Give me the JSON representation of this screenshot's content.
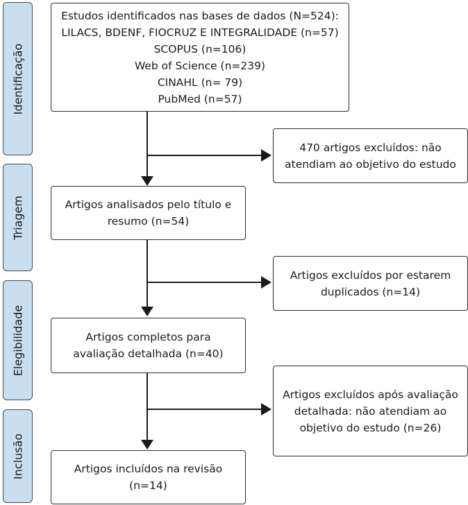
{
  "phases": {
    "identificacao": "Identificação",
    "triagem": "Triagem",
    "elegibilidade": "Elegibilidade",
    "inclusao": "Inclusão"
  },
  "boxes": {
    "identified": {
      "lines": [
        "Estudos identificados nas bases de dados (N=524):",
        "LILACS, BDENF, FIOCRUZ E INTEGRALIDADE (n=57)",
        "SCOPUS (n=106)",
        "Web of Science (n=239)",
        "CINAHL (n= 79)",
        "PubMed (n=57)"
      ]
    },
    "excluded_objective": "470 artigos excluídos: não atendiam ao objetivo do estudo",
    "screened": "Artigos analisados pelo título e resumo (n=54)",
    "excluded_duplicates": "Artigos excluídos por estarem duplicados (n=14)",
    "full_text": "Artigos completos para avaliação detalhada (n=40)",
    "excluded_after_review": "Artigos excluídos após avaliação detalhada: não atendiam ao objetivo do estudo (n=26)",
    "included": "Artigos incluídos na revisão (n=14)"
  }
}
